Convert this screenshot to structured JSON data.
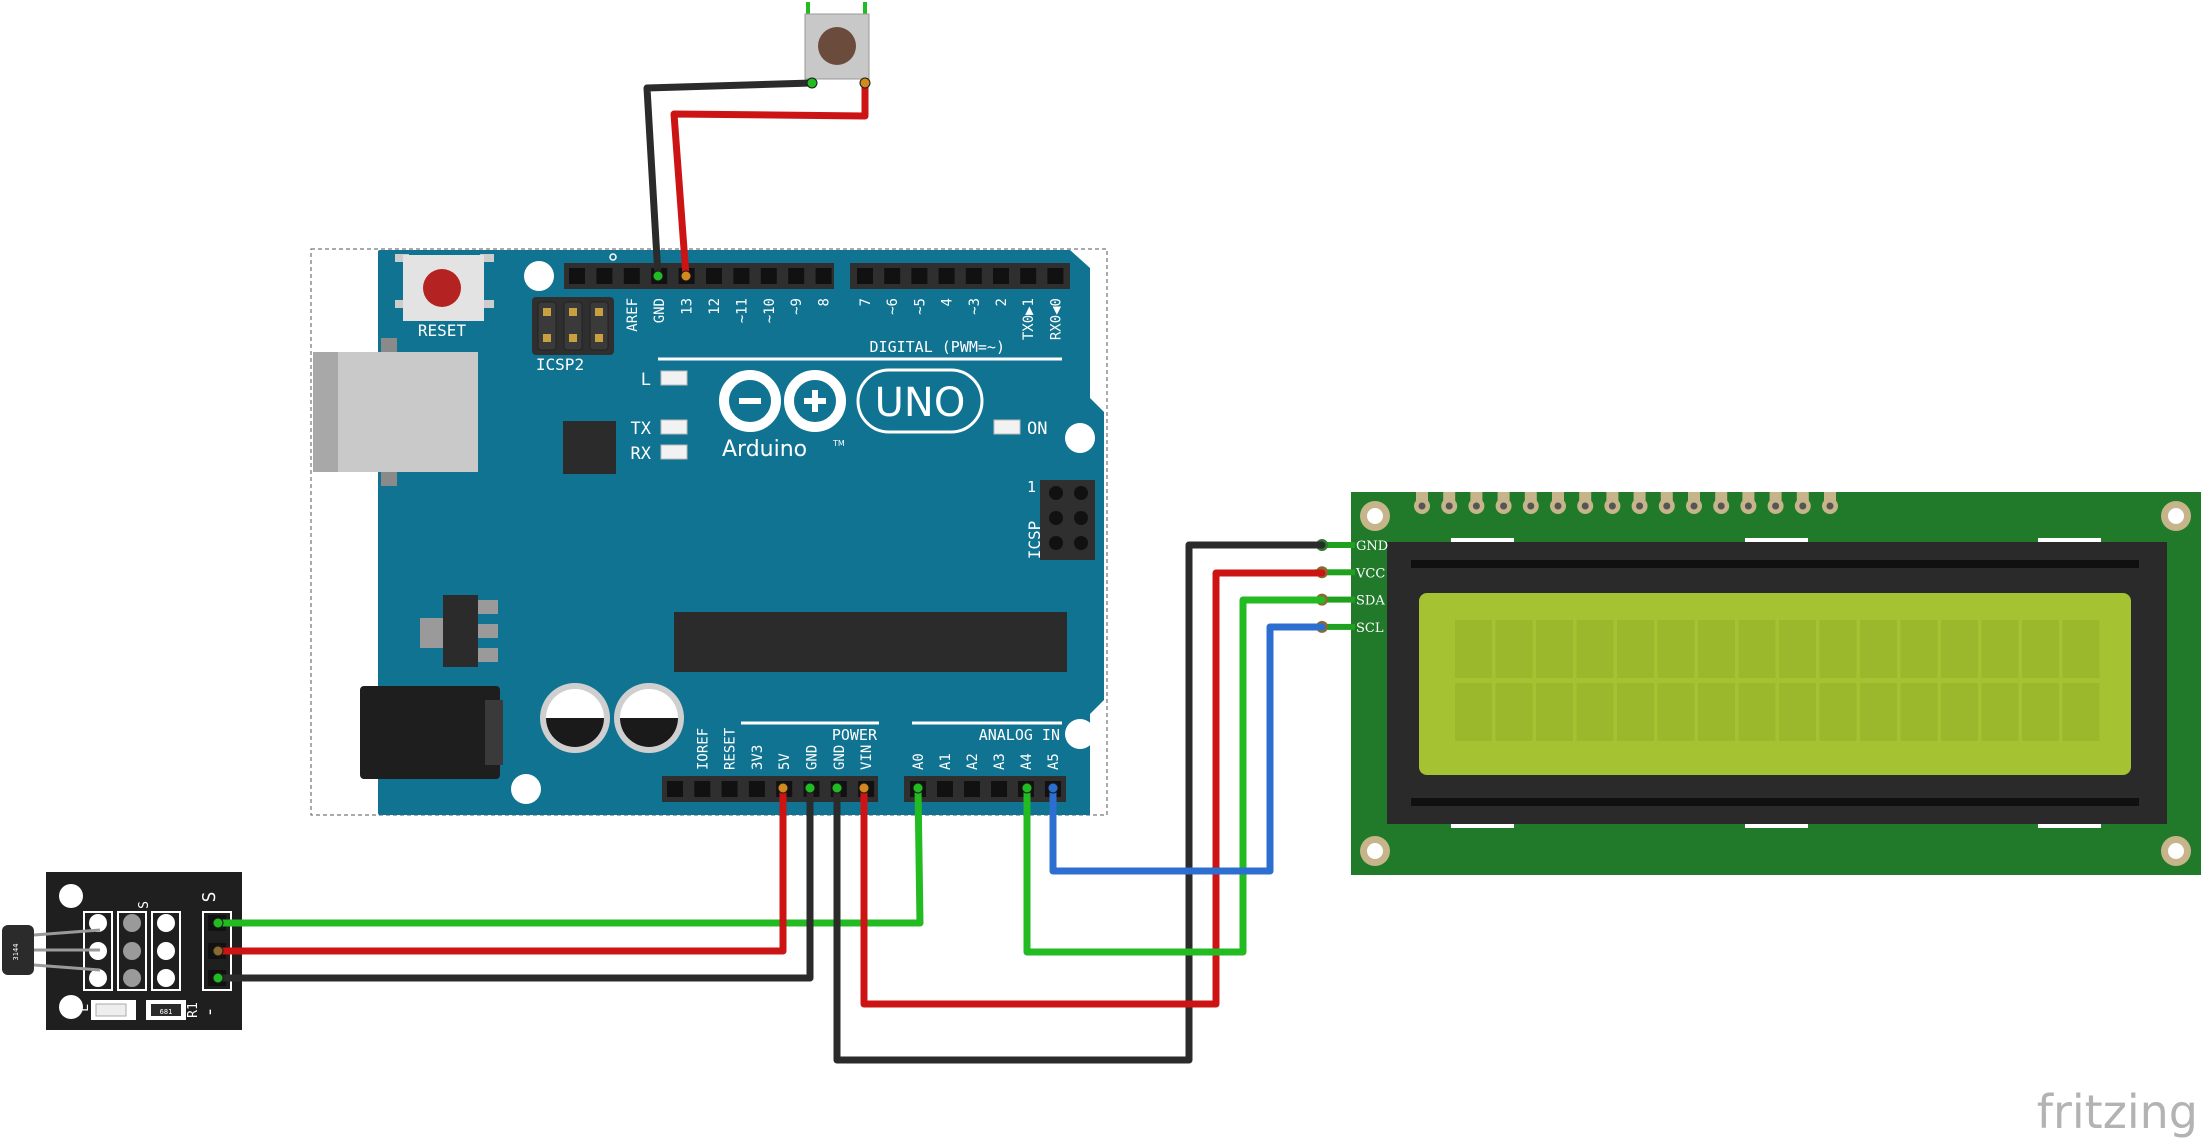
{
  "arduino": {
    "reset_label": "RESET",
    "icsp2_label": "ICSP2",
    "icsp_label": "ICSP",
    "icsp_pin1": "1",
    "led_l": "L",
    "led_tx": "TX",
    "led_rx": "RX",
    "led_on": "ON",
    "logo_text": "UNO",
    "brand_text": "Arduino",
    "trademark": "TM",
    "digital_label": "DIGITAL (PWM=~)",
    "power_label": "POWER",
    "analog_label": "ANALOG IN",
    "digital_pins": [
      "AREF",
      "GND",
      "13",
      "12",
      "~11",
      "~10",
      "~9",
      "8",
      "7",
      "~6",
      "~5",
      "4",
      "~3",
      "2",
      "TX0▶1",
      "RX0◀0"
    ],
    "power_pins": [
      "IOREF",
      "RESET",
      "3V3",
      "5V",
      "GND",
      "GND",
      "VIN"
    ],
    "analog_pins": [
      "A0",
      "A1",
      "A2",
      "A3",
      "A4",
      "A5"
    ]
  },
  "lcd": {
    "pin_labels": [
      "GND",
      "VCC",
      "SDA",
      "SCL"
    ]
  },
  "sensor": {
    "label_s_top": "S",
    "label_s": "S",
    "label_minus": "-",
    "label_r1": "R1",
    "label_l": "L",
    "chip_text": "3144",
    "resistor_text": "681"
  },
  "colors": {
    "board": "#0f7391",
    "pcb_green": "#217a2a",
    "lcd_screen": "#a4c232",
    "wire_red": "#cc1414",
    "wire_black": "#2b2b2b",
    "wire_green": "#22bb22",
    "wire_blue": "#2c6fd1"
  },
  "watermark": "fritzing"
}
